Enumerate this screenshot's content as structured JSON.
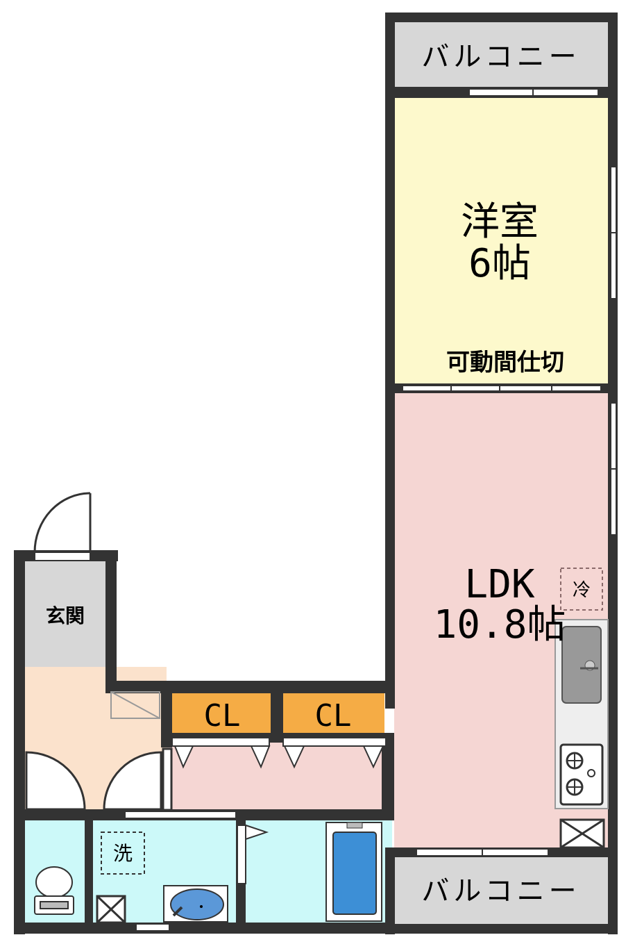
{
  "rooms": {
    "balcony_top": "バルコニー",
    "balcony_bottom": "バルコニー",
    "western_room": {
      "name": "洋室",
      "size": "6帖"
    },
    "partition": "可動間仕切",
    "ldk": {
      "name": "LDK",
      "size": "10.8帖"
    },
    "entrance": "玄関",
    "closet_1": "CL",
    "closet_2": "CL",
    "fridge": "冷",
    "washer": "洗"
  },
  "colors": {
    "wall": "#333333",
    "balcony": "#d7d7d7",
    "western_room": "#fdf9cc",
    "ldk": "#f5d6d3",
    "entrance": "#d7d7d7",
    "hall": "#fbe2cc",
    "closet": "#f5ac45",
    "wet_area": "#ccf9f9",
    "bath": "#3d8fd6"
  },
  "icons": [
    "door-icon",
    "toilet-icon",
    "washbasin-icon",
    "bathtub-icon",
    "sink-icon",
    "stove-icon",
    "shaft-icon"
  ]
}
